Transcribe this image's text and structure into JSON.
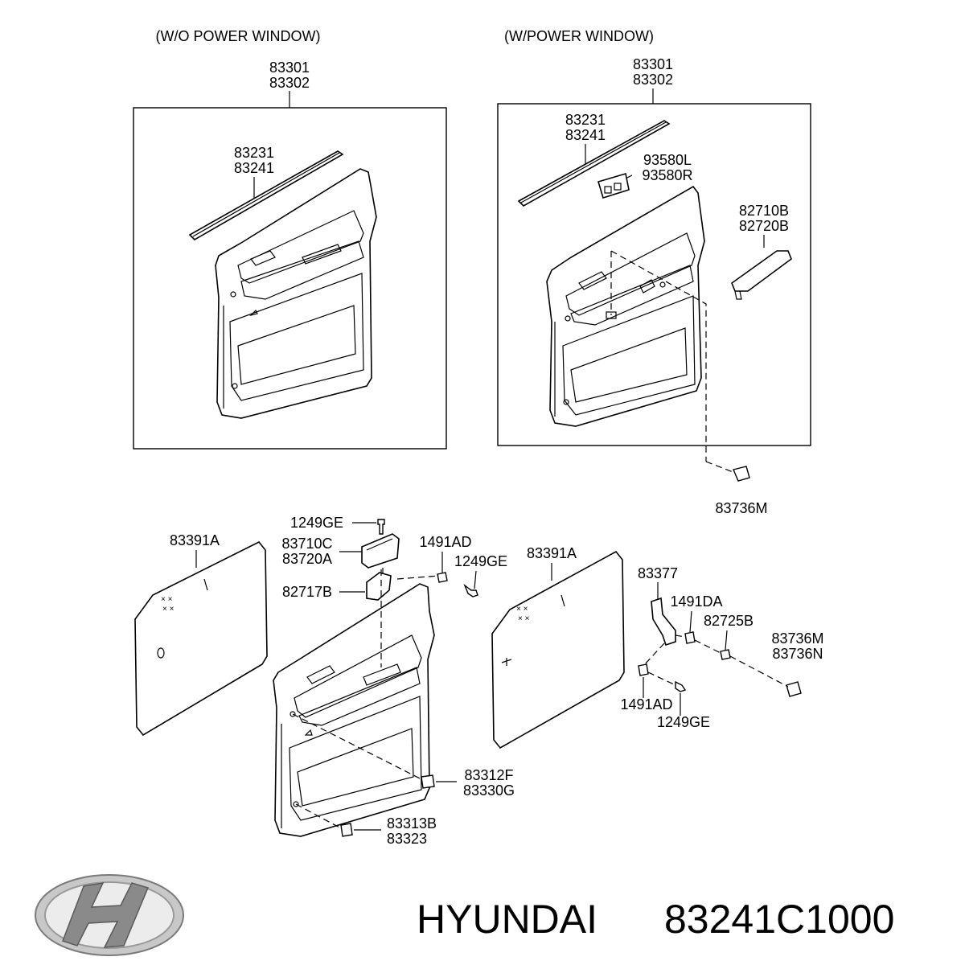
{
  "headers": {
    "left": "(W/O POWER WINDOW)",
    "right": "(W/POWER WINDOW)"
  },
  "labels": {
    "left_box_1": "83301",
    "left_box_2": "83302",
    "left_strip_1": "83231",
    "left_strip_2": "83241",
    "right_box_1": "83301",
    "right_box_2": "83302",
    "right_strip_1": "83231",
    "right_strip_2": "83241",
    "switch_1": "93580L",
    "switch_2": "93580R",
    "handle_1": "82710B",
    "handle_2": "82720B",
    "clip_top": "83736M",
    "screw_top": "1249GE",
    "pocket_1": "83710C",
    "pocket_2": "83720A",
    "bracket_left": "82717B",
    "clip_a": "1491AD",
    "screw_a": "1249GE",
    "seal_left": "83391A",
    "seal_right": "83391A",
    "bracket_right": "83377",
    "clip_b": "1491DA",
    "clip_c": "82725B",
    "clip_d1": "83736M",
    "clip_d2": "83736N",
    "clip_e": "1491AD",
    "screw_e": "1249GE",
    "fast_1a": "83312F",
    "fast_1b": "83330G",
    "fast_2a": "83313B",
    "fast_2b": "83323"
  },
  "brand": {
    "name": "HYUNDAI",
    "part_number": "83241C1000"
  },
  "icons": {
    "logo": "hyundai-logo-icon"
  }
}
